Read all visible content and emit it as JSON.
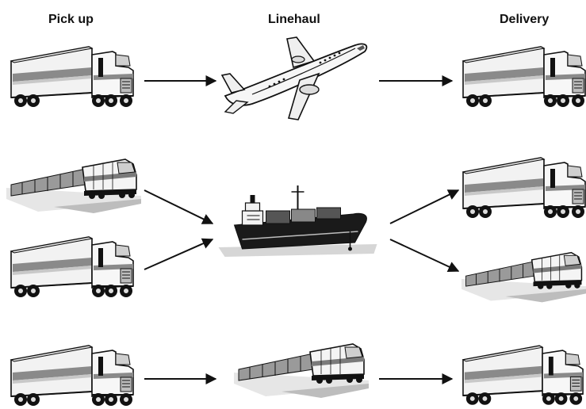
{
  "headers": {
    "pickup": "Pick up",
    "linehaul": "Linehaul",
    "delivery": "Delivery"
  },
  "rows": [
    {
      "pickup": [
        "truck"
      ],
      "linehaul": "airplane",
      "delivery": [
        "truck"
      ]
    },
    {
      "pickup": [
        "train",
        "truck"
      ],
      "linehaul": "ship",
      "delivery": [
        "truck",
        "train"
      ]
    },
    {
      "pickup": [
        "truck"
      ],
      "linehaul": "train",
      "delivery": [
        "truck"
      ]
    }
  ],
  "colors": {
    "ink": "#111111",
    "trailer": "#f2f2f2",
    "stripe": "#8a8a8a",
    "stripe_light": "#c8c8c8",
    "hull": "#1a1a1a"
  }
}
